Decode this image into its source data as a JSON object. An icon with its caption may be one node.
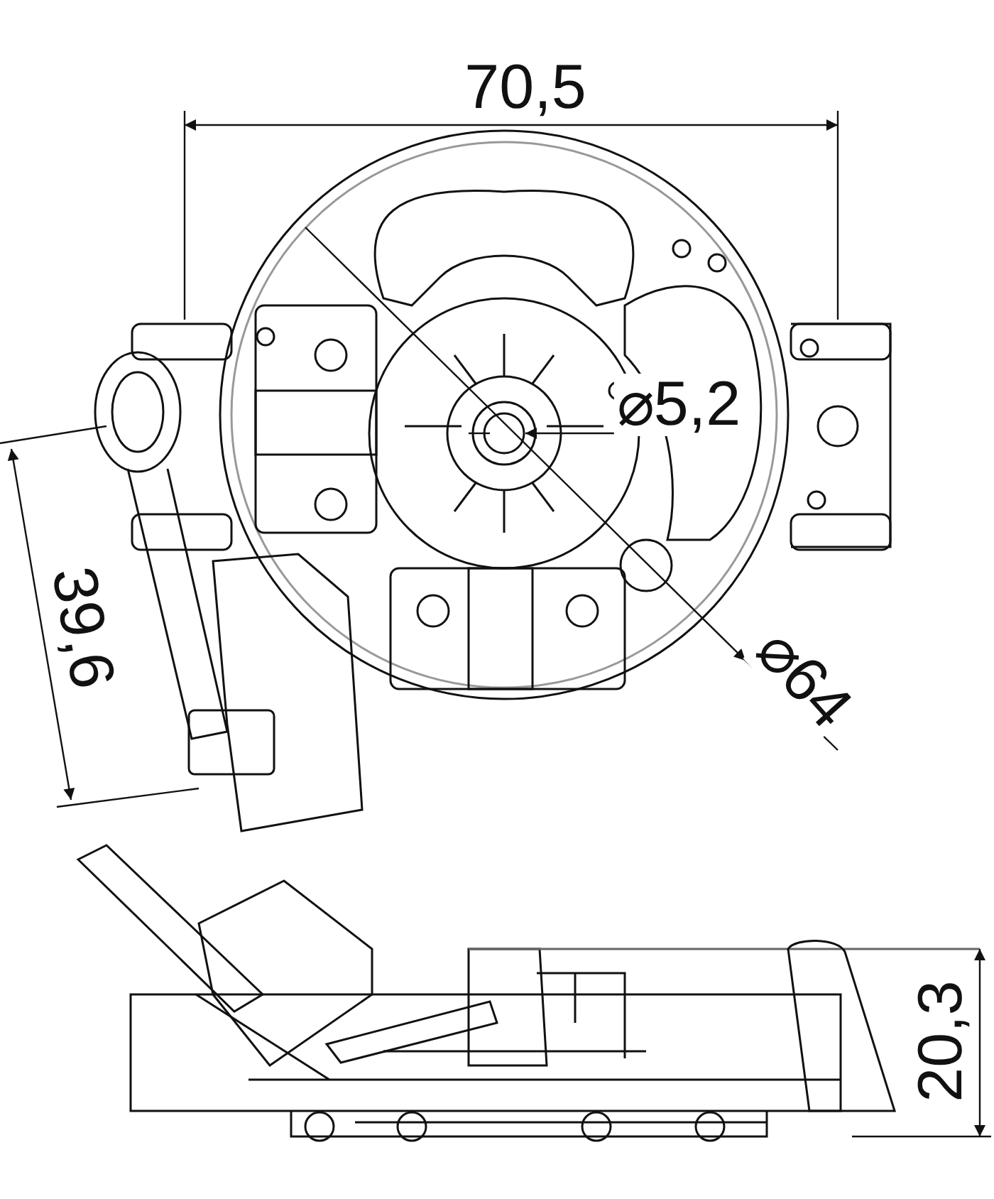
{
  "diagram": {
    "labels": [
      "70,5",
      "⌀5,2",
      "39,6",
      "⌀64",
      "20,3"
    ]
  }
}
